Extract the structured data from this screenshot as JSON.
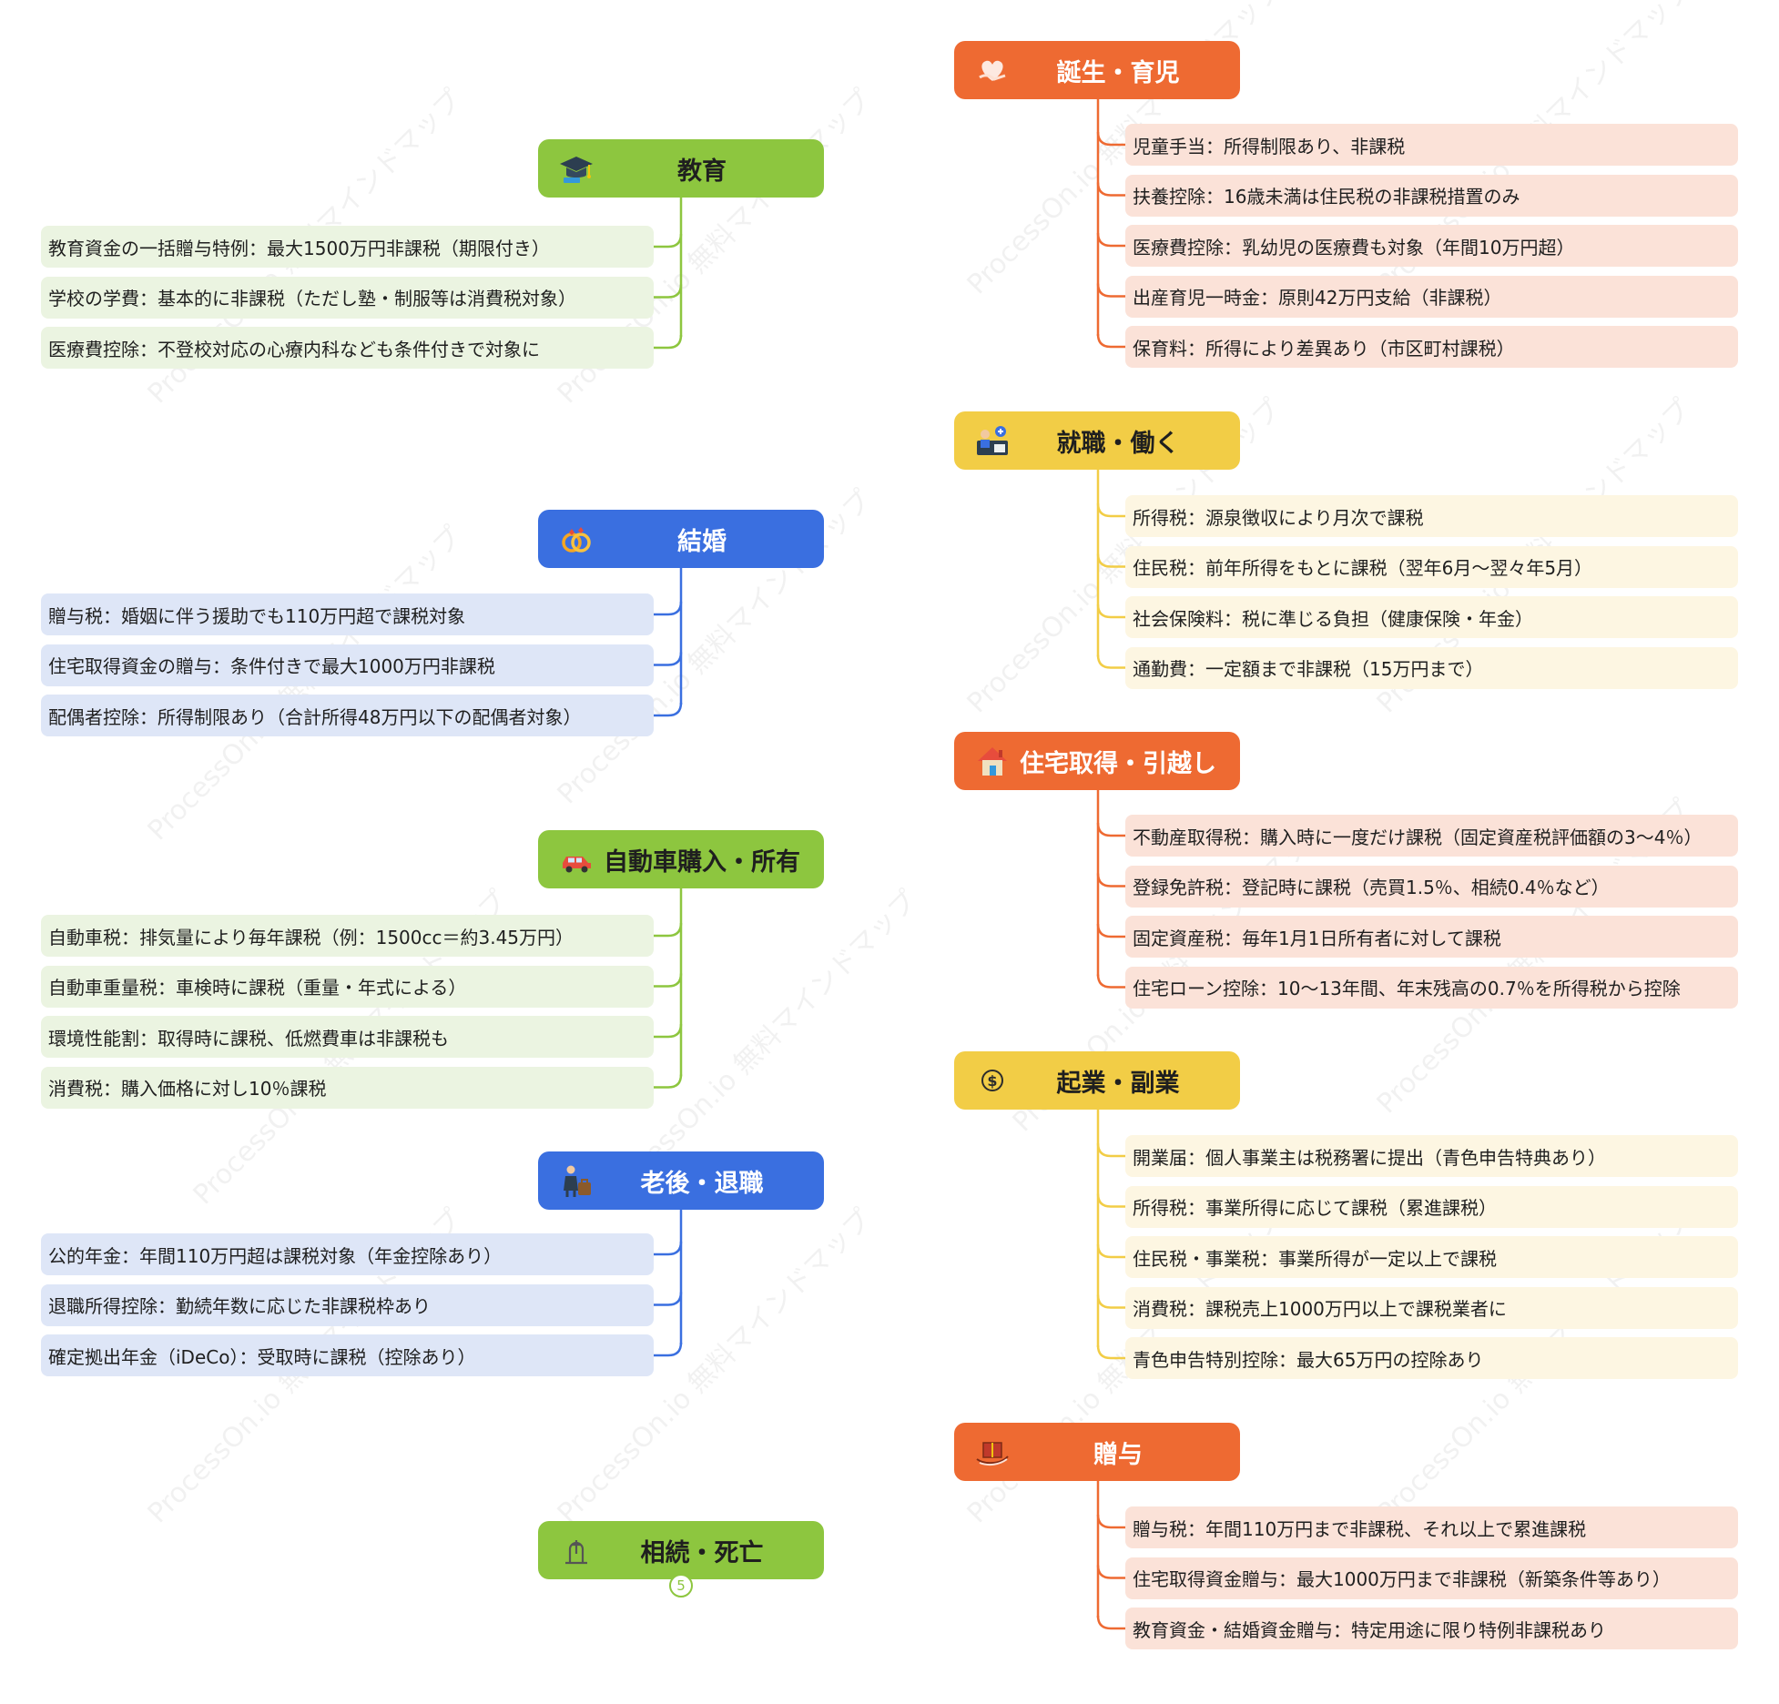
{
  "watermark": "ProcessOn.io 無料マインドマップ",
  "colors": {
    "green": "#8dc63f",
    "blue": "#3a6fe0",
    "orange": "#ee6a32",
    "yellow": "#f2cd46",
    "green_light": "#ebf4e1",
    "blue_light": "#dee6f7",
    "orange_light": "#fbe2d8",
    "yellow_light": "#fdf6e2"
  },
  "topics": [
    {
      "id": "education",
      "label": "教育",
      "icon": "graduation-cap-icon",
      "color": "green",
      "text_color": "#1f1f1f",
      "items": [
        "教育資金の一括贈与特例：最大1500万円非課税（期限付き）",
        "学校の学費：基本的に非課税（ただし塾・制服等は消費税対象）",
        "医療費控除：不登校対応の心療内科なども条件付きで対象に"
      ]
    },
    {
      "id": "marriage",
      "label": "結婚",
      "icon": "wedding-rings-icon",
      "color": "blue",
      "text_color": "#ffffff",
      "items": [
        "贈与税：婚姻に伴う援助でも110万円超で課税対象",
        "住宅取得資金の贈与：条件付きで最大1000万円非課税",
        "配偶者控除：所得制限あり（合計所得48万円以下の配偶者対象）"
      ]
    },
    {
      "id": "car",
      "label": "自動車購入・所有",
      "icon": "car-icon",
      "color": "green",
      "text_color": "#1f1f1f",
      "items": [
        "自動車税：排気量により毎年課税（例：1500cc＝約3.45万円）",
        "自動車重量税：車検時に課税（重量・年式による）",
        "環境性能割：取得時に課税、低燃費車は非課税も",
        "消費税：購入価格に対し10％課税"
      ]
    },
    {
      "id": "retirement",
      "label": "老後・退職",
      "icon": "retiree-icon",
      "color": "blue",
      "text_color": "#ffffff",
      "items": [
        "公的年金：年間110万円超は課税対象（年金控除あり）",
        "退職所得控除：勤続年数に応じた非課税枠あり",
        "確定拠出年金（iDeCo）：受取時に課税（控除あり）"
      ]
    },
    {
      "id": "inheritance",
      "label": "相続・死亡",
      "icon": "gravestone-icon",
      "color": "green",
      "text_color": "#1f1f1f",
      "collapsed_count": "5",
      "items": []
    },
    {
      "id": "birth",
      "label": "誕生・育児",
      "icon": "heart-hand-icon",
      "color": "orange",
      "text_color": "#ffffff",
      "items": [
        "児童手当：所得制限あり、非課税",
        "扶養控除：16歳未満は住民税の非課税措置のみ",
        "医療費控除：乳幼児の医療費も対象（年間10万円超）",
        "出産育児一時金：原則42万円支給（非課税）",
        "保育料：所得により差異あり（市区町村課税）"
      ]
    },
    {
      "id": "work",
      "label": "就職・働く",
      "icon": "worker-icon",
      "color": "yellow",
      "text_color": "#1f1f1f",
      "items": [
        "所得税：源泉徴収により月次で課税",
        "住民税：前年所得をもとに課税（翌年6月〜翌々年5月）",
        "社会保険料：税に準じる負担（健康保険・年金）",
        "通勤費：一定額まで非課税（15万円まで）"
      ]
    },
    {
      "id": "housing",
      "label": "住宅取得・引越し",
      "icon": "house-icon",
      "color": "orange",
      "text_color": "#ffffff",
      "items": [
        "不動産取得税：購入時に一度だけ課税（固定資産税評価額の3〜4％）",
        "登録免許税：登記時に課税（売買1.5％、相続0.4％など）",
        "固定資産税：毎年1月1日所有者に対して課税",
        "住宅ローン控除：10〜13年間、年末残高の0.7％を所得税から控除"
      ]
    },
    {
      "id": "business",
      "label": "起業・副業",
      "icon": "dollar-coin-icon",
      "color": "yellow",
      "text_color": "#1f1f1f",
      "items": [
        "開業届：個人事業主は税務署に提出（青色申告特典あり）",
        "所得税：事業所得に応じて課税（累進課税）",
        "住民税・事業税：事業所得が一定以上で課税",
        "消費税：課税売上1000万円以上で課税業者に",
        "青色申告特別控除：最大65万円の控除あり"
      ]
    },
    {
      "id": "gift",
      "label": "贈与",
      "icon": "gift-box-icon",
      "color": "orange",
      "text_color": "#ffffff",
      "items": [
        "贈与税：年間110万円まで非課税、それ以上で累進課税",
        "住宅取得資金贈与：最大1000万円まで非課税（新築条件等あり）",
        "教育資金・結婚資金贈与：特定用途に限り特例非課税あり"
      ]
    }
  ]
}
